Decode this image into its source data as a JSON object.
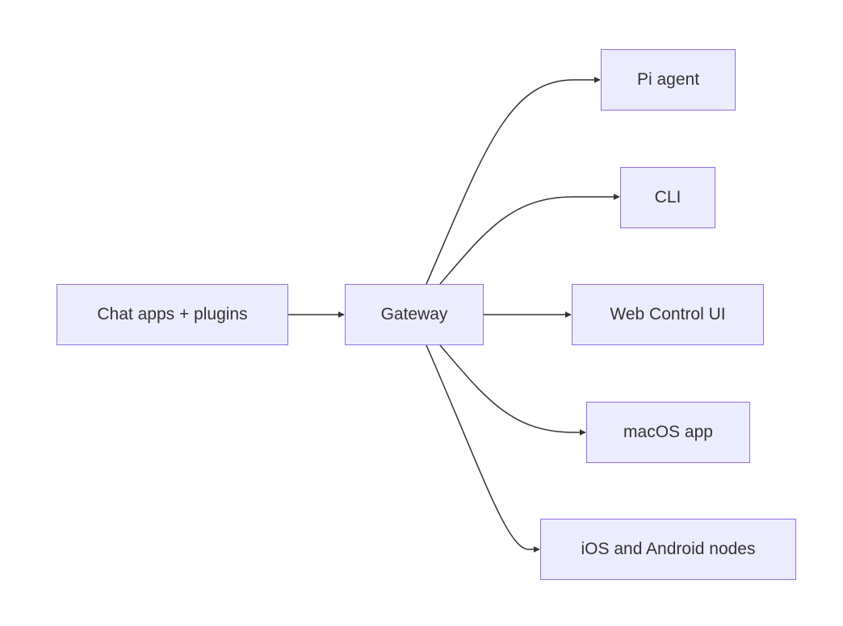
{
  "diagram": {
    "type": "flowchart",
    "direction": "left-to-right",
    "colors": {
      "node_fill": "#ECECFF",
      "node_border": "#9370DB",
      "text": "#333333",
      "edge": "#333333"
    },
    "nodes": {
      "chat": "Chat apps + plugins",
      "gateway": "Gateway",
      "pi": "Pi agent",
      "cli": "CLI",
      "web": "Web Control UI",
      "mac": "macOS app",
      "ios": "iOS and Android nodes"
    },
    "edges": [
      {
        "from": "chat",
        "to": "gateway"
      },
      {
        "from": "gateway",
        "to": "pi"
      },
      {
        "from": "gateway",
        "to": "cli"
      },
      {
        "from": "gateway",
        "to": "web"
      },
      {
        "from": "gateway",
        "to": "mac"
      },
      {
        "from": "gateway",
        "to": "ios"
      }
    ]
  }
}
